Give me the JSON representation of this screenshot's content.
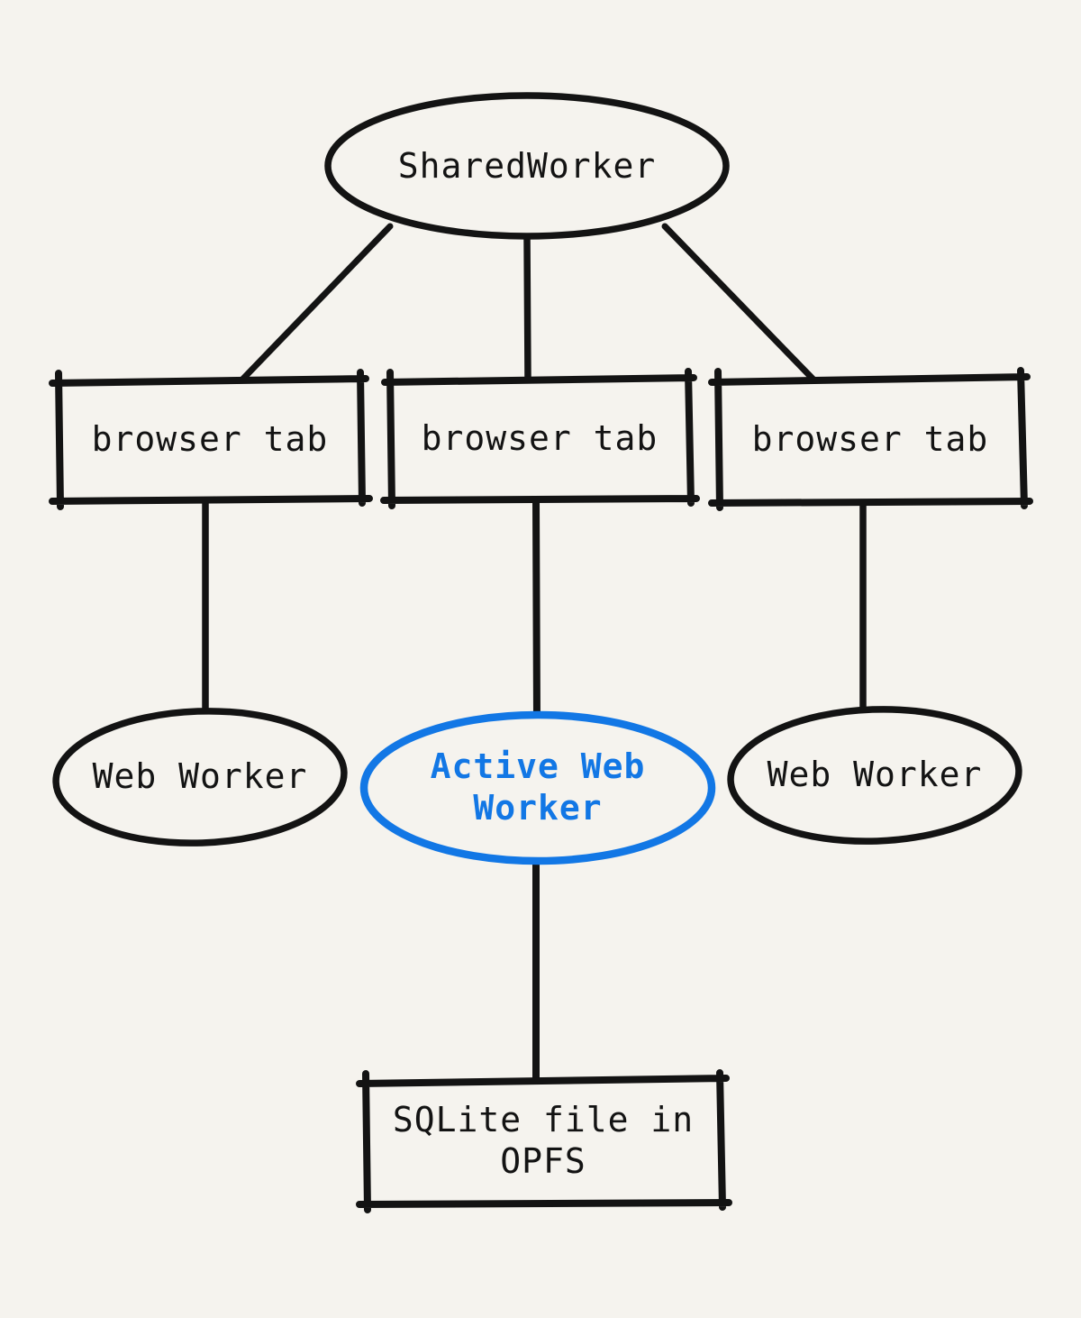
{
  "diagram": {
    "type": "flowchart",
    "style": "hand-drawn",
    "colors": {
      "canvas_background": "#f5f3ee",
      "ink": "#131313",
      "accent_blue": "#1277e5"
    },
    "nodes": {
      "shared_worker": {
        "label": "SharedWorker",
        "shape": "ellipse",
        "stroke": "black"
      },
      "browser_tab_left": {
        "label": "browser tab",
        "shape": "rectangle",
        "stroke": "black"
      },
      "browser_tab_middle": {
        "label": "browser tab",
        "shape": "rectangle",
        "stroke": "black"
      },
      "browser_tab_right": {
        "label": "browser tab",
        "shape": "rectangle",
        "stroke": "black"
      },
      "web_worker_left": {
        "label": "Web Worker",
        "shape": "ellipse",
        "stroke": "black"
      },
      "active_web_worker": {
        "label": "Active Web Worker",
        "shape": "ellipse",
        "stroke": "blue",
        "highlighted": true
      },
      "web_worker_right": {
        "label": "Web Worker",
        "shape": "ellipse",
        "stroke": "black"
      },
      "sqlite_file": {
        "label": "SQLite file in OPFS",
        "shape": "rectangle",
        "stroke": "black"
      }
    },
    "edges": [
      {
        "from": "shared_worker",
        "to": "browser_tab_left"
      },
      {
        "from": "shared_worker",
        "to": "browser_tab_middle"
      },
      {
        "from": "shared_worker",
        "to": "browser_tab_right"
      },
      {
        "from": "browser_tab_left",
        "to": "web_worker_left"
      },
      {
        "from": "browser_tab_middle",
        "to": "active_web_worker"
      },
      {
        "from": "browser_tab_right",
        "to": "web_worker_right"
      },
      {
        "from": "active_web_worker",
        "to": "sqlite_file"
      }
    ]
  }
}
